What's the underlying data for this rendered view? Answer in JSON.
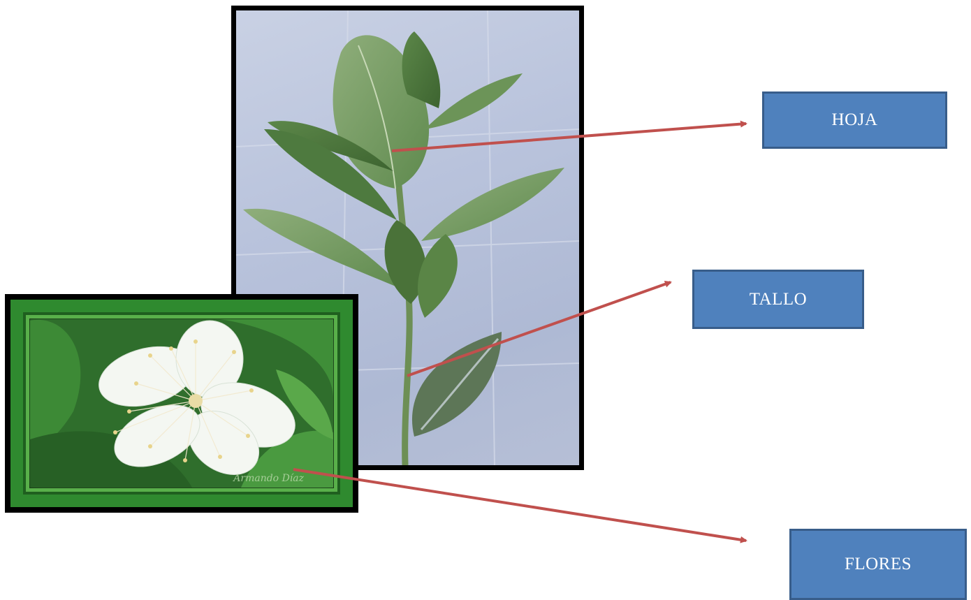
{
  "labels": {
    "hoja": "HOJA",
    "tallo": "TALLO",
    "flores": "FLORES"
  },
  "watermark": "Armando Díaz",
  "colors": {
    "label_fill": "#4f81bd",
    "label_border": "#385d8a",
    "label_text": "#ffffff",
    "arrow": "#c0504d",
    "photo_frame": "#000000",
    "flower_frame": "#2f8a2f"
  },
  "icons": {
    "arrow_head": "arrow-right-icon"
  }
}
